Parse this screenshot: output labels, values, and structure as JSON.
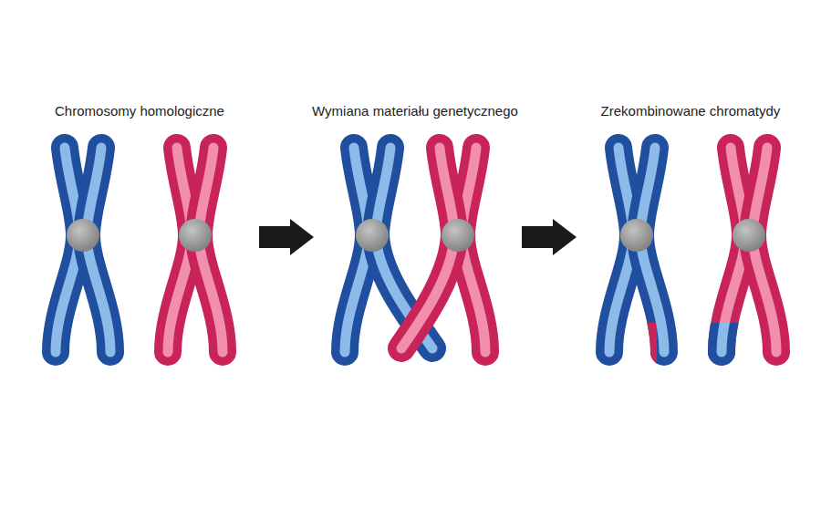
{
  "diagram": {
    "labels": [
      "Chromosomy homologiczne",
      "Wymiana materiału genetycznego",
      "Zrekombinowane chromatydy"
    ]
  }
}
